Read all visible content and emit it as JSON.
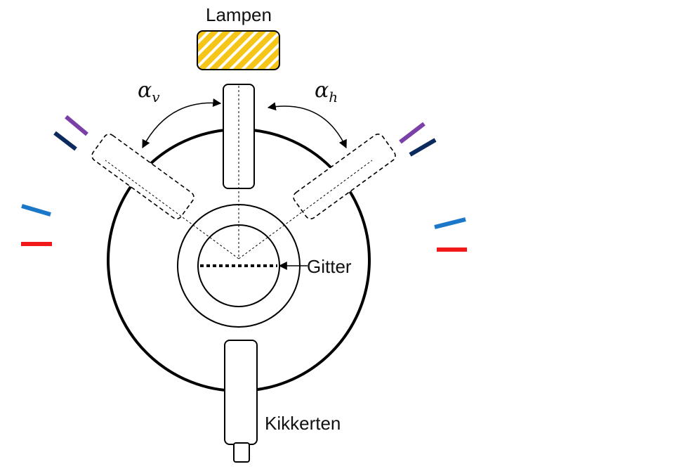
{
  "labels": {
    "lamp": "Lampen",
    "grating": "Gitter",
    "telescope": "Kikkerten",
    "alpha_left": "α",
    "alpha_left_sub": "v",
    "alpha_right": "α",
    "alpha_right_sub": "h"
  },
  "colors": {
    "lamp_fill": "#f5c518",
    "lamp_stripe": "#ffffff",
    "violet": "#7b3fa8",
    "dark_blue": "#0b2a5e",
    "blue": "#1b78c8",
    "red": "#f01818",
    "outline": "#000000"
  }
}
